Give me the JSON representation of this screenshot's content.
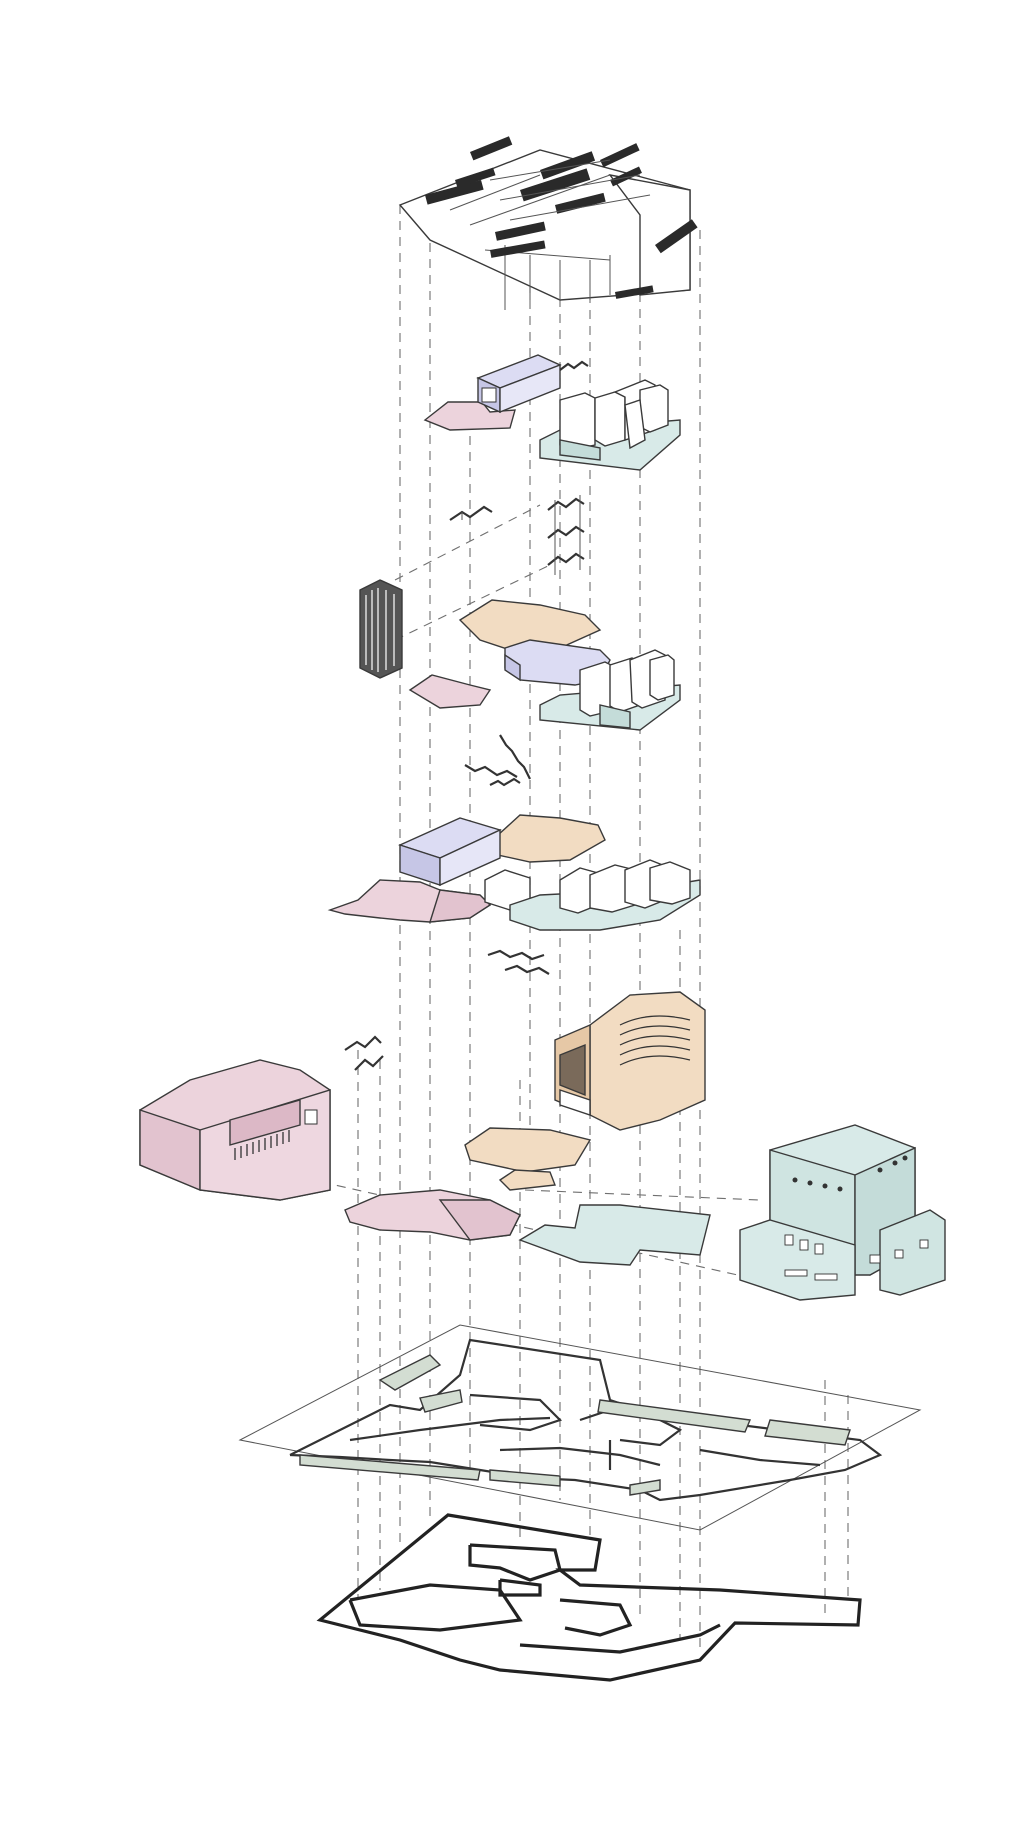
{
  "diagram": {
    "type": "exploded-axonometric",
    "palette": {
      "background": "#ffffff",
      "line": "#333333",
      "guide": "#6f6f6f",
      "pink": "#ecd3dc",
      "pink_dark": "#dcb8c6",
      "blue": "#dcdcf3",
      "blue_dark": "#c6c6e6",
      "peach": "#f2dcc2",
      "peach_dark": "#e6c8a6",
      "mint": "#d8eae8",
      "mint_dark": "#c4dcd9",
      "sage": "#d3ddd2",
      "white": "#ffffff",
      "dark": "#2a2a2a"
    },
    "layers": [
      {
        "name": "roof-structure",
        "order": 1
      },
      {
        "name": "upper-level-volumes",
        "order": 2
      },
      {
        "name": "stairs-upper",
        "order": 3
      },
      {
        "name": "middle-level-volumes",
        "order": 4
      },
      {
        "name": "stairs-middle",
        "order": 5
      },
      {
        "name": "first-level-volumes",
        "order": 6
      },
      {
        "name": "stairs-lower",
        "order": 7
      },
      {
        "name": "ground-level-volumes",
        "order": 8
      },
      {
        "name": "site-plan",
        "order": 9
      },
      {
        "name": "footprint-outline",
        "order": 10
      }
    ],
    "labels": []
  }
}
